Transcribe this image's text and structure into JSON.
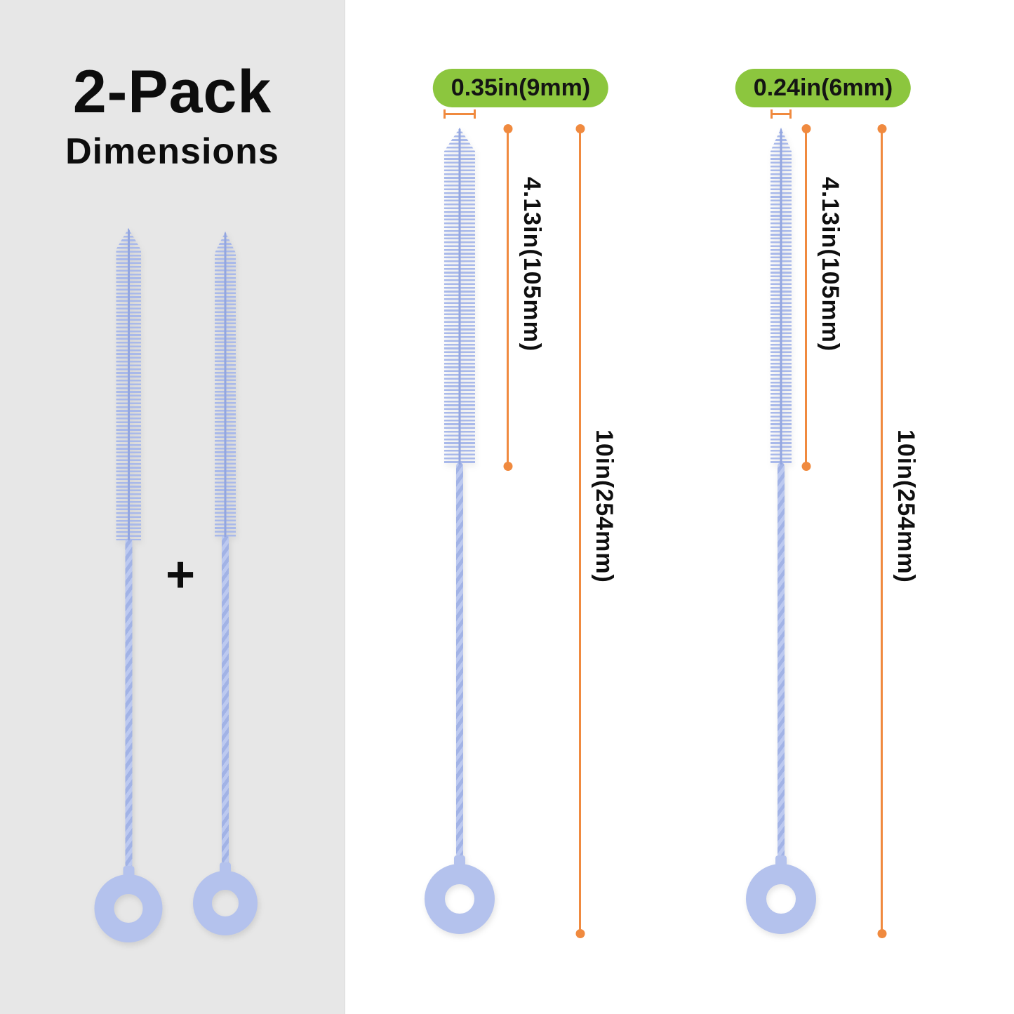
{
  "left_panel": {
    "title": "2-Pack",
    "subtitle": "Dimensions",
    "plus": "+"
  },
  "brush_large": {
    "diameter": "0.35in(9mm)",
    "bristle_length": "4.13in(105mm)",
    "total_length": "10in(254mm)"
  },
  "brush_small": {
    "diameter": "0.24in(6mm)",
    "bristle_length": "4.13in(105mm)",
    "total_length": "10in(254mm)"
  },
  "colors": {
    "panel_gray": "#e7e7e7",
    "badge_green": "#8cc63e",
    "badge_text": "#141414",
    "dimension_orange": "#f08a3f",
    "brush_blue": "#b4c2ed",
    "text_black": "#0f0f0f"
  }
}
